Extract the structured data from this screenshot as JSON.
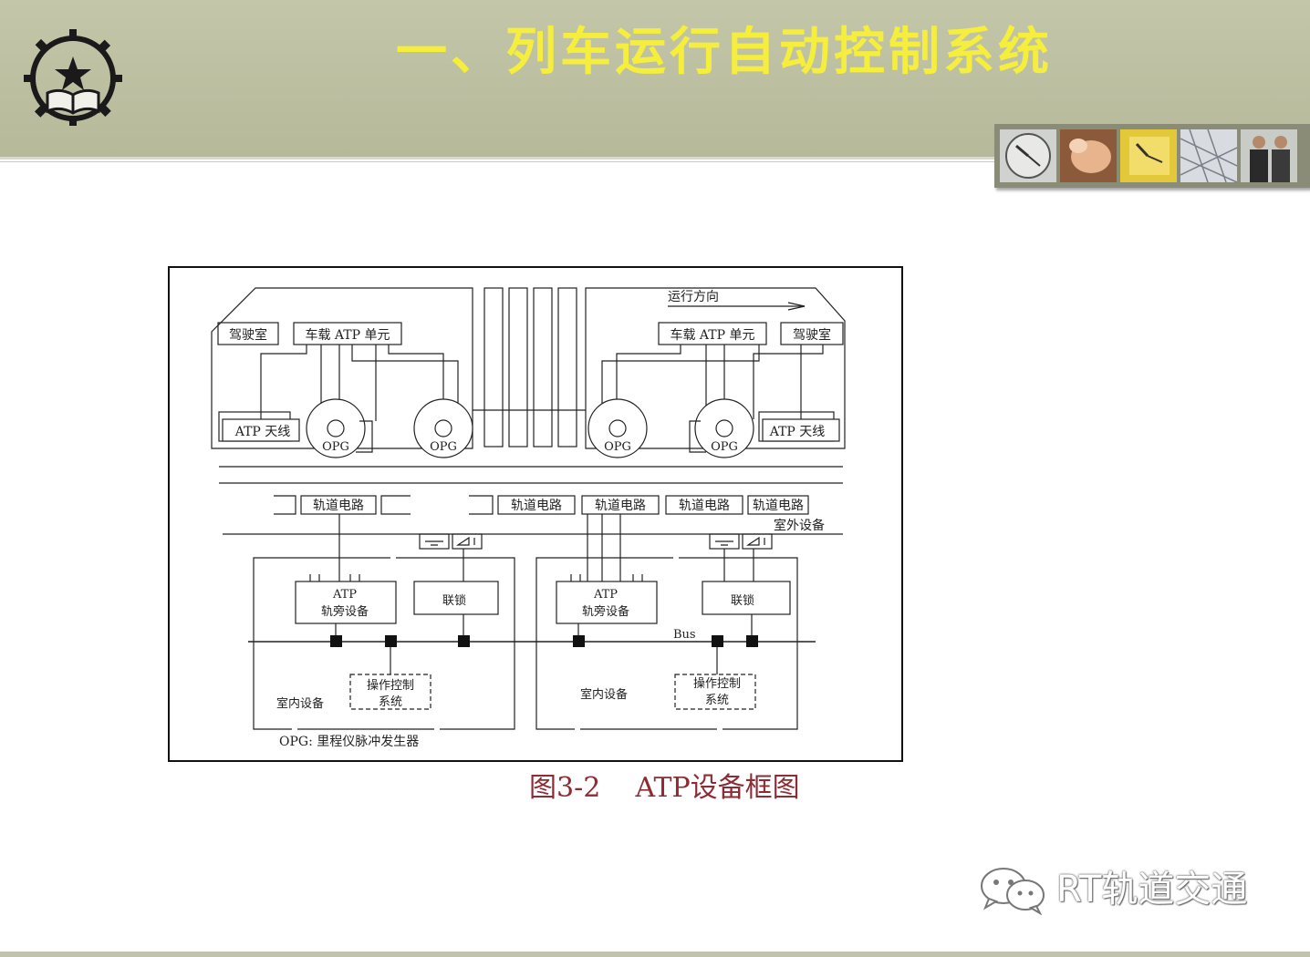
{
  "slide": {
    "title": "一、列车运行自动控制系统",
    "caption": "图3-2    ATP设备框图",
    "watermark": "RT轨道交通"
  },
  "diagram": {
    "direction_label": "运行方向",
    "left_car": {
      "cab": "驾驶室",
      "atp_unit": "车载 ATP 单元",
      "antenna": "ATP 天线",
      "opg_1": "OPG",
      "opg_2": "OPG"
    },
    "right_car": {
      "cab": "驾驶室",
      "atp_unit": "车载 ATP 单元",
      "antenna": "ATP 天线",
      "opg_1": "OPG",
      "opg_2": "OPG"
    },
    "track_circuits": [
      "轨道电路",
      "轨道电路",
      "轨道电路",
      "轨道电路",
      "轨道电路"
    ],
    "outdoor_label": "室外设备",
    "left_room": {
      "atp_line1": "ATP",
      "atp_line2": "轨旁设备",
      "interlock": "联锁",
      "ops_line1": "操作控制",
      "ops_line2": "系统",
      "indoor_label": "室内设备"
    },
    "right_room": {
      "atp_line1": "ATP",
      "atp_line2": "轨旁设备",
      "interlock": "联锁",
      "ops_line1": "操作控制",
      "ops_line2": "系统",
      "indoor_label": "室内设备"
    },
    "bus_label": "Bus",
    "legend": "OPG: 里程仪脉冲发生器"
  },
  "colors": {
    "header_bg": "#bcbfa1",
    "title": "#f5ee3c",
    "caption": "#8e2b33"
  },
  "icons": {
    "logo": "gear-star-book-emblem",
    "watermark": "wechat-icon"
  }
}
